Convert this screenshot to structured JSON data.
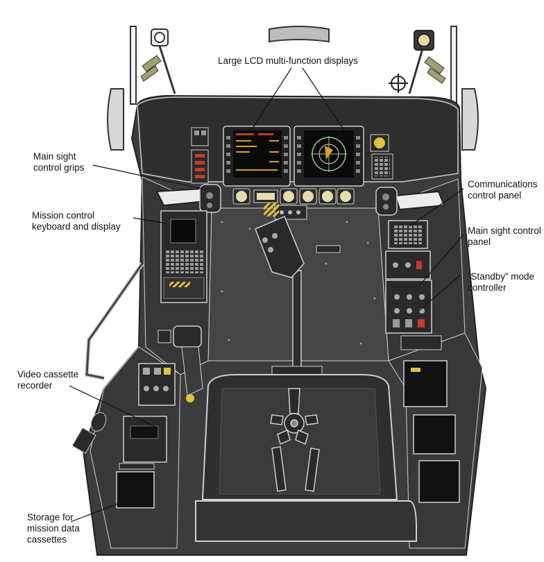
{
  "callouts": {
    "lcd_displays": "Large LCD multi-function displays",
    "sight_grips": [
      "Main sight",
      "control grips"
    ],
    "mission_keyboard": [
      "Mission control",
      "keyboard and display"
    ],
    "video_recorder": [
      "Video cassette",
      "recorder"
    ],
    "storage": [
      "Storage for",
      "mission data",
      "cassettes"
    ],
    "comms_panel": [
      "Communications",
      "control panel"
    ],
    "sight_panel": [
      "Main sight control",
      "panel"
    ],
    "standby_controller": [
      "“Standby” mode",
      "controller"
    ]
  },
  "colors": {
    "background": "#ffffff",
    "cockpit_body": "#3c3c3c",
    "cockpit_dark": "#2a2a2a",
    "outline": "#cfcfcf",
    "mfd_screen": "#0a0a0a",
    "mfd_amber": "#d9a21b",
    "mfd_red": "#c83a2a",
    "mfd_green": "#8fd08f",
    "warning_yellow": "#e2c43a"
  }
}
